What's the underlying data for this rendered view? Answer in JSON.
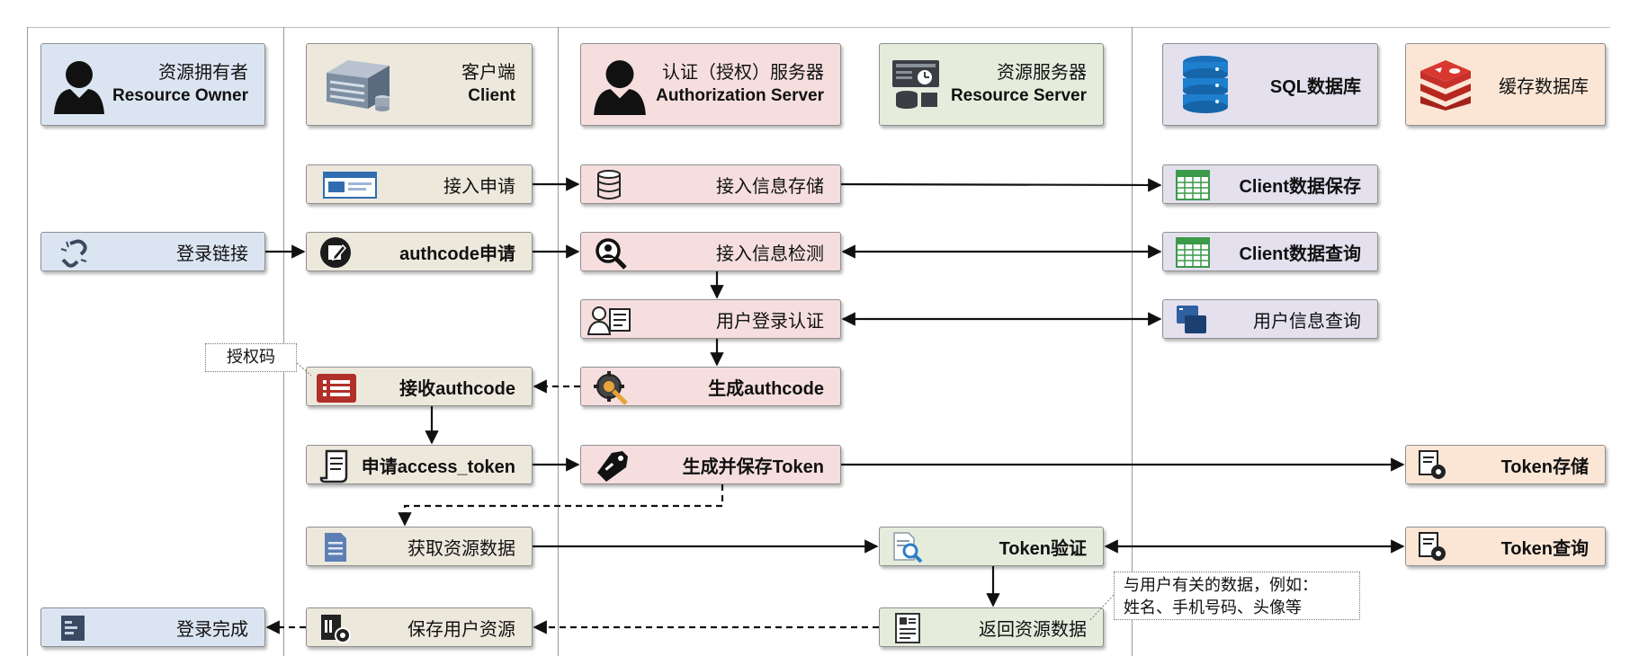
{
  "lanes": {
    "resource_owner": {
      "title_cn": "资源拥有者",
      "title_en": "Resource Owner"
    },
    "client": {
      "title_cn": "客户端",
      "title_en": "Client"
    },
    "auth_server": {
      "title_cn": "认证（授权）服务器",
      "title_en": "Authorization Server"
    },
    "resource_server": {
      "title_cn": "资源服务器",
      "title_en": "Resource Server"
    },
    "sql_db": {
      "title": "SQL数据库"
    },
    "cache_db": {
      "title": "缓存数据库"
    }
  },
  "steps": {
    "login_link": "登录链接",
    "login_done": "登录完成",
    "access_apply": "接入申请",
    "authcode_apply": "authcode申请",
    "receive_authcode": "接收authcode",
    "apply_token": "申请access_token",
    "get_resource": "获取资源数据",
    "save_user_resource": "保存用户资源",
    "store_access_info": "接入信息存储",
    "check_access_info": "接入信息检测",
    "user_login_auth": "用户登录认证",
    "gen_authcode": "生成authcode",
    "gen_save_token": "生成并保存Token",
    "token_verify": "Token验证",
    "return_resource": "返回资源数据",
    "client_data_save": "Client数据保存",
    "client_data_query": "Client数据查询",
    "user_info_query": "用户信息查询",
    "token_store": "Token存储",
    "token_query": "Token查询"
  },
  "callouts": {
    "auth_code": "授权码",
    "user_data_line1": "与用户有关的数据，例如：",
    "user_data_line2": "姓名、手机号码、头像等"
  },
  "colors": {
    "owner": "#dbe5f2",
    "client": "#ede8dc",
    "auth": "#f6dede",
    "resource": "#e6ecdc",
    "sql": "#e4e0ee",
    "cache": "#fbe6d6"
  }
}
